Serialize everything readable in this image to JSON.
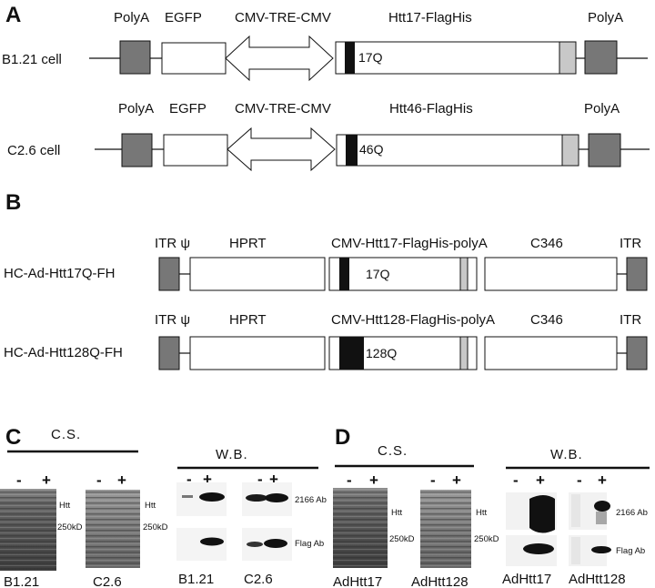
{
  "panel_a": {
    "label": "A",
    "rows": [
      {
        "cell": "B1.21 cell",
        "polya_left": "PolyA",
        "egfp": "EGFP",
        "promoter": "CMV-TRE-CMV",
        "construct": "Htt17-FlagHis",
        "repeat": "17Q",
        "polya_right": "PolyA"
      },
      {
        "cell": "C2.6 cell",
        "polya_left": "PolyA",
        "egfp": "EGFP",
        "promoter": "CMV-TRE-CMV",
        "construct": "Htt46-FlagHis",
        "repeat": "46Q",
        "polya_right": "PolyA"
      }
    ]
  },
  "panel_b": {
    "label": "B",
    "rows": [
      {
        "vector": "HC-Ad-Htt17Q-FH",
        "itr_psi": "ITR ψ",
        "hprt": "HPRT",
        "cassette": "CMV-Htt17-FlagHis-polyA",
        "repeat": "17Q",
        "c346": "C346",
        "itr_right": "ITR"
      },
      {
        "vector": "HC-Ad-Htt128Q-FH",
        "itr_psi": "ITR ψ",
        "hprt": "HPRT",
        "cassette": "CMV-Htt128-FlagHis-polyA",
        "repeat": "128Q",
        "c346": "C346",
        "itr_right": "ITR"
      }
    ]
  },
  "panel_c": {
    "label": "C",
    "cs": {
      "header": "C.S.",
      "minus": "-",
      "plus": "+",
      "htt": "Htt",
      "mw": "250kD",
      "captions": [
        "B1.21",
        "C2.6"
      ]
    },
    "wb": {
      "header": "W.B.",
      "minus": "-",
      "plus": "+",
      "ab_top": "2166 Ab",
      "ab_bottom": "Flag Ab",
      "captions": [
        "B1.21",
        "C2.6"
      ]
    }
  },
  "panel_d": {
    "label": "D",
    "cs": {
      "header": "C.S.",
      "minus": "-",
      "plus": "+",
      "htt": "Htt",
      "mw": "250kD",
      "captions": [
        "AdHtt17",
        "AdHtt128"
      ]
    },
    "wb": {
      "header": "W.B.",
      "minus": "-",
      "plus": "+",
      "ab_top": "2166 Ab",
      "ab_bottom": "Flag Ab",
      "captions": [
        "AdHtt17",
        "AdHtt128"
      ]
    }
  }
}
